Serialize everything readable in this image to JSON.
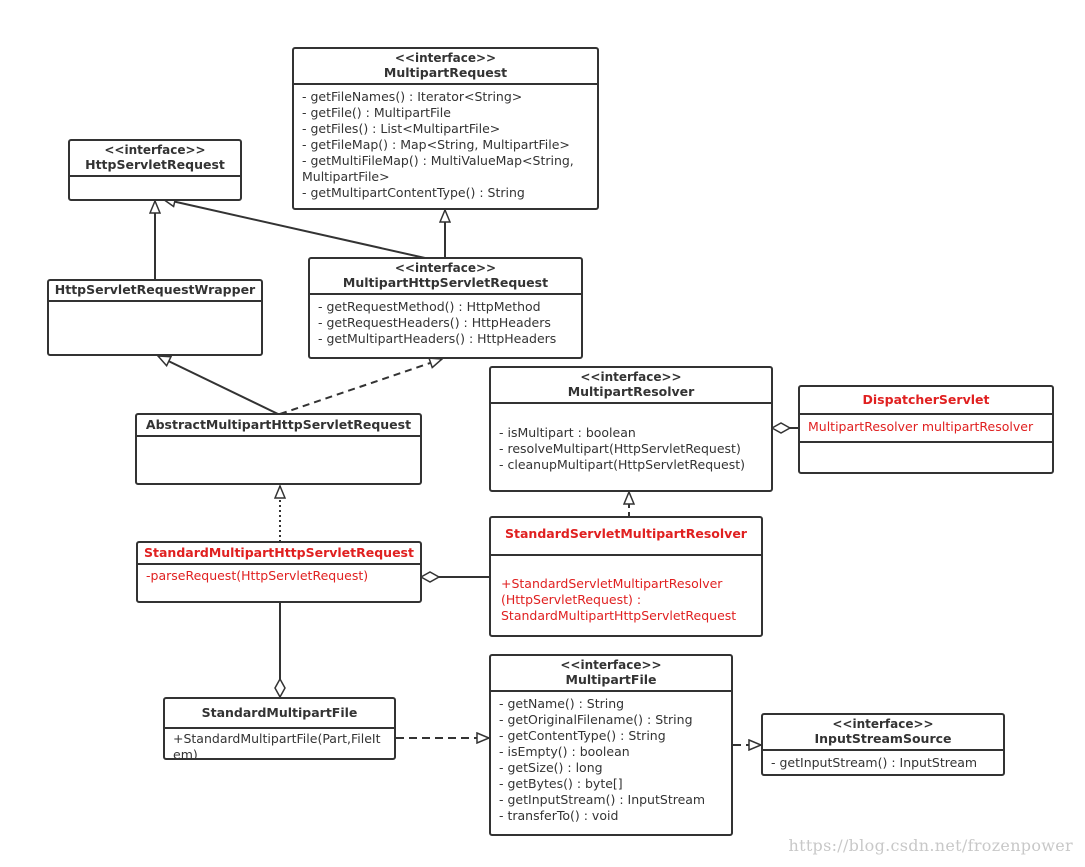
{
  "classes": {
    "multipart_request": {
      "stereotype": "<<interface>>",
      "name": "MultipartRequest",
      "methods": [
        "- getFileNames() : Iterator<String>",
        "- getFile() : MultipartFile",
        "- getFiles() : List<MultipartFile>",
        "- getFileMap() : Map<String, MultipartFile>",
        "- getMultiFileMap() : MultiValueMap<String,",
        "MultipartFile>",
        "- getMultipartContentType() : String"
      ]
    },
    "http_servlet_request": {
      "stereotype": "<<interface>>",
      "name": "HttpServletRequest"
    },
    "http_servlet_request_wrapper": {
      "name": "HttpServletRequestWrapper"
    },
    "multipart_http_servlet_request": {
      "stereotype": "<<interface>>",
      "name": "MultipartHttpServletRequest",
      "methods": [
        "- getRequestMethod() : HttpMethod",
        "- getRequestHeaders() : HttpHeaders",
        "- getMultipartHeaders() : HttpHeaders"
      ]
    },
    "multipart_resolver": {
      "stereotype": "<<interface>>",
      "name": "MultipartResolver",
      "methods": [
        "- isMultipart : boolean",
        "- resolveMultipart(HttpServletRequest)",
        "- cleanupMultipart(HttpServletRequest)"
      ]
    },
    "dispatcher_servlet": {
      "name": "DispatcherServlet",
      "fields": [
        "MultipartResolver multipartResolver"
      ]
    },
    "abstract_multipart_http_servlet_request": {
      "name": "AbstractMultipartHttpServletRequest"
    },
    "standard_multipart_http_servlet_request": {
      "name": "StandardMultipartHttpServletRequest",
      "methods": [
        "-parseRequest(HttpServletRequest)"
      ]
    },
    "standard_servlet_multipart_resolver": {
      "name": "StandardServletMultipartResolver",
      "methods": [
        "+StandardServletMultipartResolver",
        "(HttpServletRequest) :",
        "StandardMultipartHttpServletRequest"
      ]
    },
    "standard_multipart_file": {
      "name": "StandardMultipartFile",
      "methods": [
        "+StandardMultipartFile(Part,FileIt",
        "em)"
      ]
    },
    "multipart_file": {
      "stereotype": "<<interface>>",
      "name": "MultipartFile",
      "methods": [
        "- getName() : String",
        "- getOriginalFilename() : String",
        "- getContentType() : String",
        "- isEmpty() : boolean",
        "- getSize() : long",
        "- getBytes() : byte[]",
        "- getInputStream() : InputStream",
        "- transferTo() : void"
      ]
    },
    "input_stream_source": {
      "stereotype": "<<interface>>",
      "name": "InputStreamSource",
      "methods": [
        "- getInputStream() : InputStream"
      ]
    }
  },
  "watermark": "https://blog.csdn.net/frozenpower",
  "colors": {
    "line": "#333333",
    "highlight": "#e02020",
    "watermark": "#c8c8c8"
  }
}
